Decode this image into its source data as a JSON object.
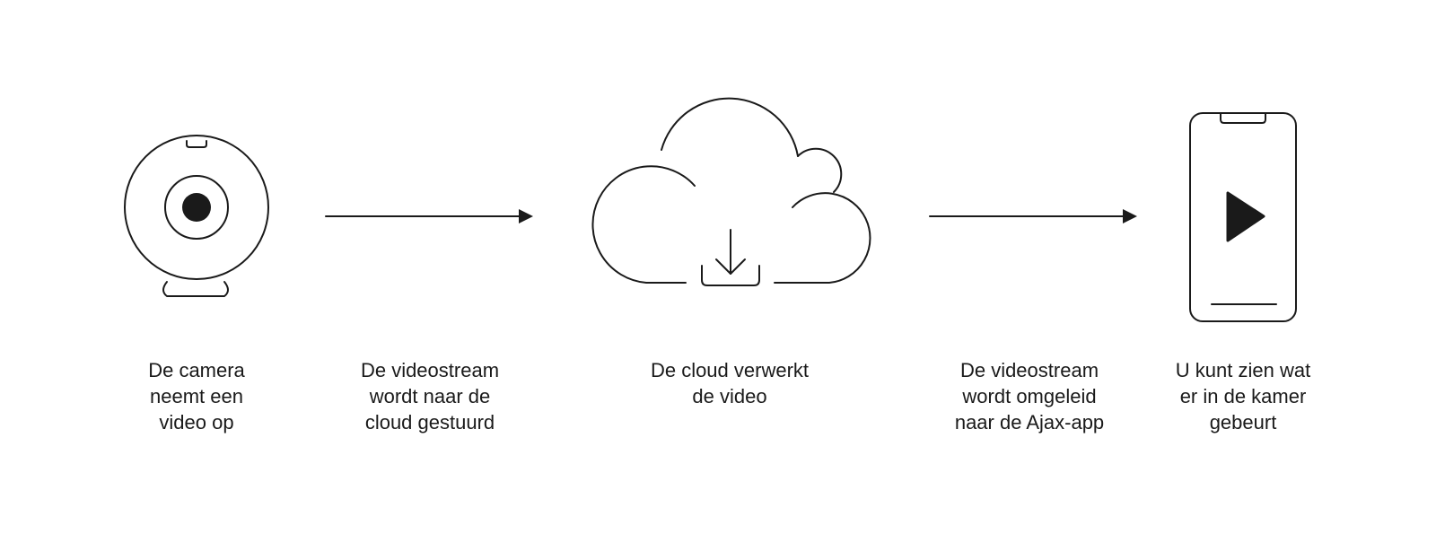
{
  "colors": {
    "stroke": "#1a1a1a",
    "background": "#ffffff"
  },
  "steps": [
    {
      "icon": "camera-icon",
      "caption": [
        "De camera",
        "neemt een",
        "video op"
      ]
    },
    {
      "icon": "arrow-right-icon",
      "caption": [
        "De videostream",
        "wordt naar de",
        "cloud gestuurd"
      ]
    },
    {
      "icon": "cloud-download-icon",
      "caption": [
        "De cloud verwerkt",
        "de video"
      ]
    },
    {
      "icon": "arrow-right-icon",
      "caption": [
        "De videostream",
        "wordt omgeleid",
        "naar de Ajax-app"
      ]
    },
    {
      "icon": "smartphone-play-icon",
      "caption": [
        "U kunt zien wat",
        "er in de kamer",
        "gebeurt"
      ]
    }
  ]
}
